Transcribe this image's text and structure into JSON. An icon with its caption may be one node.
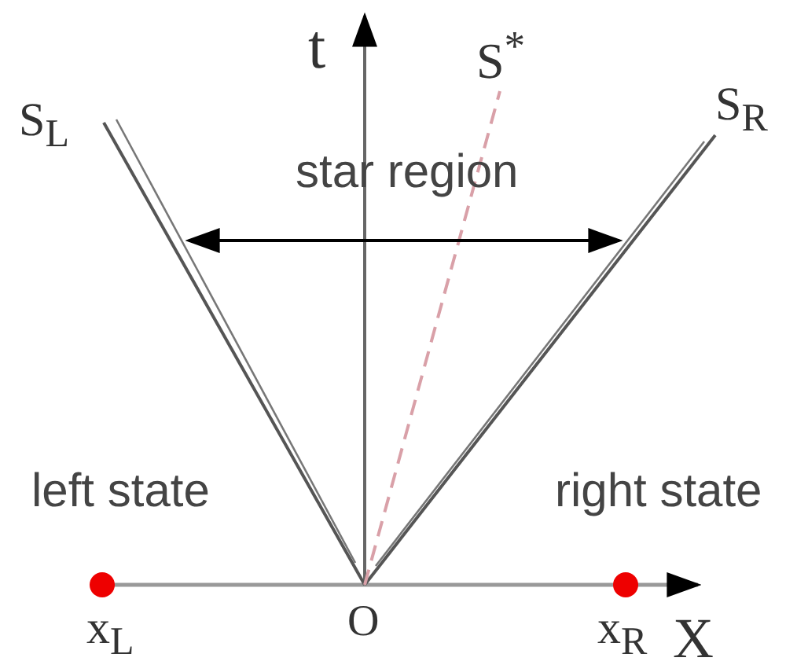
{
  "diagram": {
    "labels": [
      "t",
      "S$^{*}$",
      "S$_{L}$",
      "S$_{R}$",
      "star region",
      "left state",
      "right state",
      "x$_{L}$",
      "O",
      "x$_{R}$",
      "X"
    ]
  }
}
